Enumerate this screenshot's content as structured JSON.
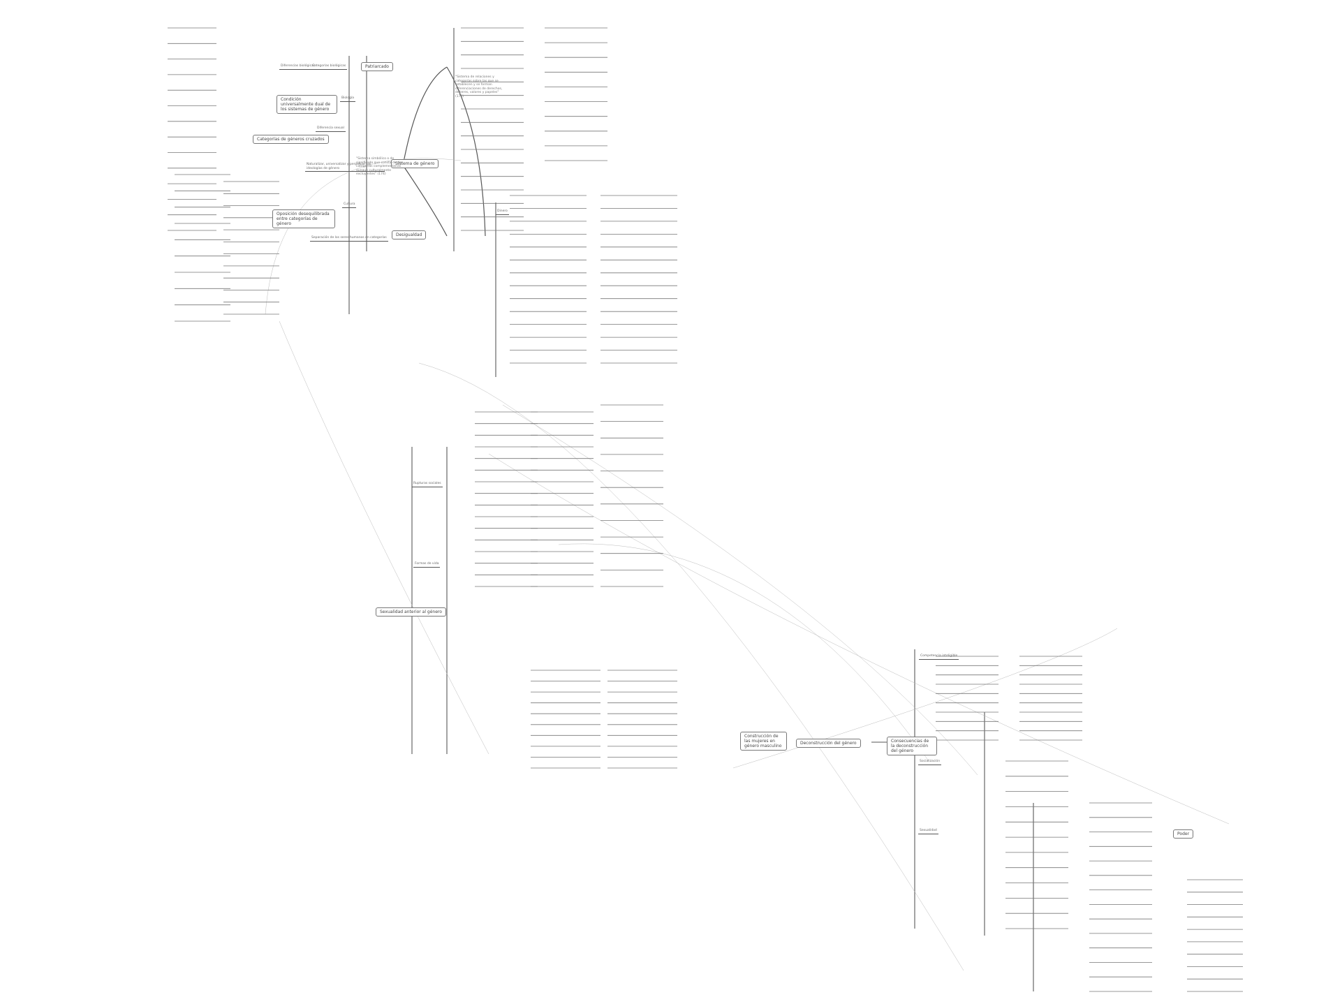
{
  "central_nodes": {
    "patriarcado": "Patriarcado",
    "sistema_genero": "Sistema de género",
    "desigualdad": "Desigualdad",
    "sexualidad_anterior": "Sexualidad anterior al género",
    "deconstruccion": "Deconstrucción del género",
    "consecuencias": "Consecuencias de la deconstrucción del género"
  },
  "branches": {
    "biologia": "Biología",
    "cultura": "Cultura",
    "categorias_biologicas": "Categorías biológicas",
    "diferencias_biologicas": "Diferencias biológicas",
    "diferencia_sexual": "Diferencia sexual",
    "condicion_universal": "Condición universalmente dual de los sistemas de género",
    "categorias_genero_cruzados": "Categorías de géneros cruzados",
    "naturalizar": "Naturalizar, universalizar y perpetuar las ideologías de género",
    "separacion": "Separación de los seres humanos en categorías",
    "oposicion": "Oposición desequilibrada entre categorías de género",
    "competencia": "Competencia inteligible",
    "socializacion": "Socialización",
    "sexualidad": "Sexualidad",
    "construccion_mujeres": "Construcción de las mujeres en género masculino",
    "rupturas": "Rupturas sociales",
    "formas_vida": "Formas de vida",
    "dinero": "Dinero",
    "poder": "Poder"
  },
  "quotes": {
    "sistema_genero": "\"Sistema simbólico o de significado que consta de dos categorías complementarias aunque culturalmente excluyentes\" (174)",
    "patriarcado": "\"Sistema de relaciones y categorías sobre las que se establecen y se forman diferenciaciones de derechos, deberes, valores y papeles\" (176)"
  }
}
